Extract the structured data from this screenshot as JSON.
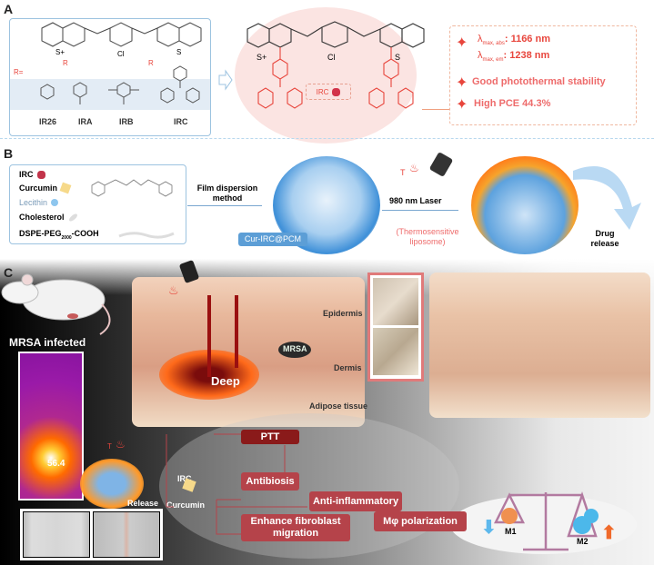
{
  "panel_a": {
    "label": "A",
    "r_label": "R=",
    "substituents": [
      "IR26",
      "IRA",
      "IRB",
      "IRC"
    ],
    "structure_atoms": {
      "s_plus": "S+",
      "s": "S",
      "cl": "Cl",
      "r": "R"
    },
    "irc_tag": "IRC",
    "properties": [
      {
        "symbol": "λ",
        "sub": "max, abs",
        "value": ": 1166 nm"
      },
      {
        "symbol": "λ",
        "sub": "max, em",
        "value": ": 1238 nm"
      }
    ],
    "features": [
      "Good photothermal stability",
      "High PCE 44.3%"
    ]
  },
  "panel_b": {
    "label": "B",
    "components": [
      "IRC",
      "Curcumin",
      "Lecithin",
      "Cholesterol"
    ],
    "dspe": {
      "pre": "DSPE-PEG",
      "sub": "2000",
      "post": "-COOH"
    },
    "step1": [
      "Film dispersion",
      "method"
    ],
    "product": "Cur-IRC@PCM",
    "step2": "980 nm Laser",
    "t_label": "T",
    "thermo": [
      "(Thermosensitive",
      "liposome)"
    ],
    "release": [
      "Drug",
      "release"
    ]
  },
  "panel_c": {
    "label": "C",
    "mrsa_infected": "MRSA infected",
    "temp": "56.4",
    "layers": [
      "Epidermis",
      "Dermis",
      "Adipose tissue"
    ],
    "mrsa": "MRSA",
    "deep": "Deep",
    "irc": "IRC",
    "curcumin": "Curcumin",
    "release": "Release",
    "ptt": "PTT",
    "antibiosis": "Antibiosis",
    "anti_inflammatory": "Anti-inflammatory",
    "fibroblast": [
      "Enhance fibroblast",
      "migration"
    ],
    "polarization": "Mφ polarization",
    "m1": "M1",
    "m2": "M2",
    "t_label": "T"
  },
  "colors": {
    "accent_red": "#e8453c",
    "box_red": "#b5434a",
    "border_blue": "#9cc3e0"
  }
}
